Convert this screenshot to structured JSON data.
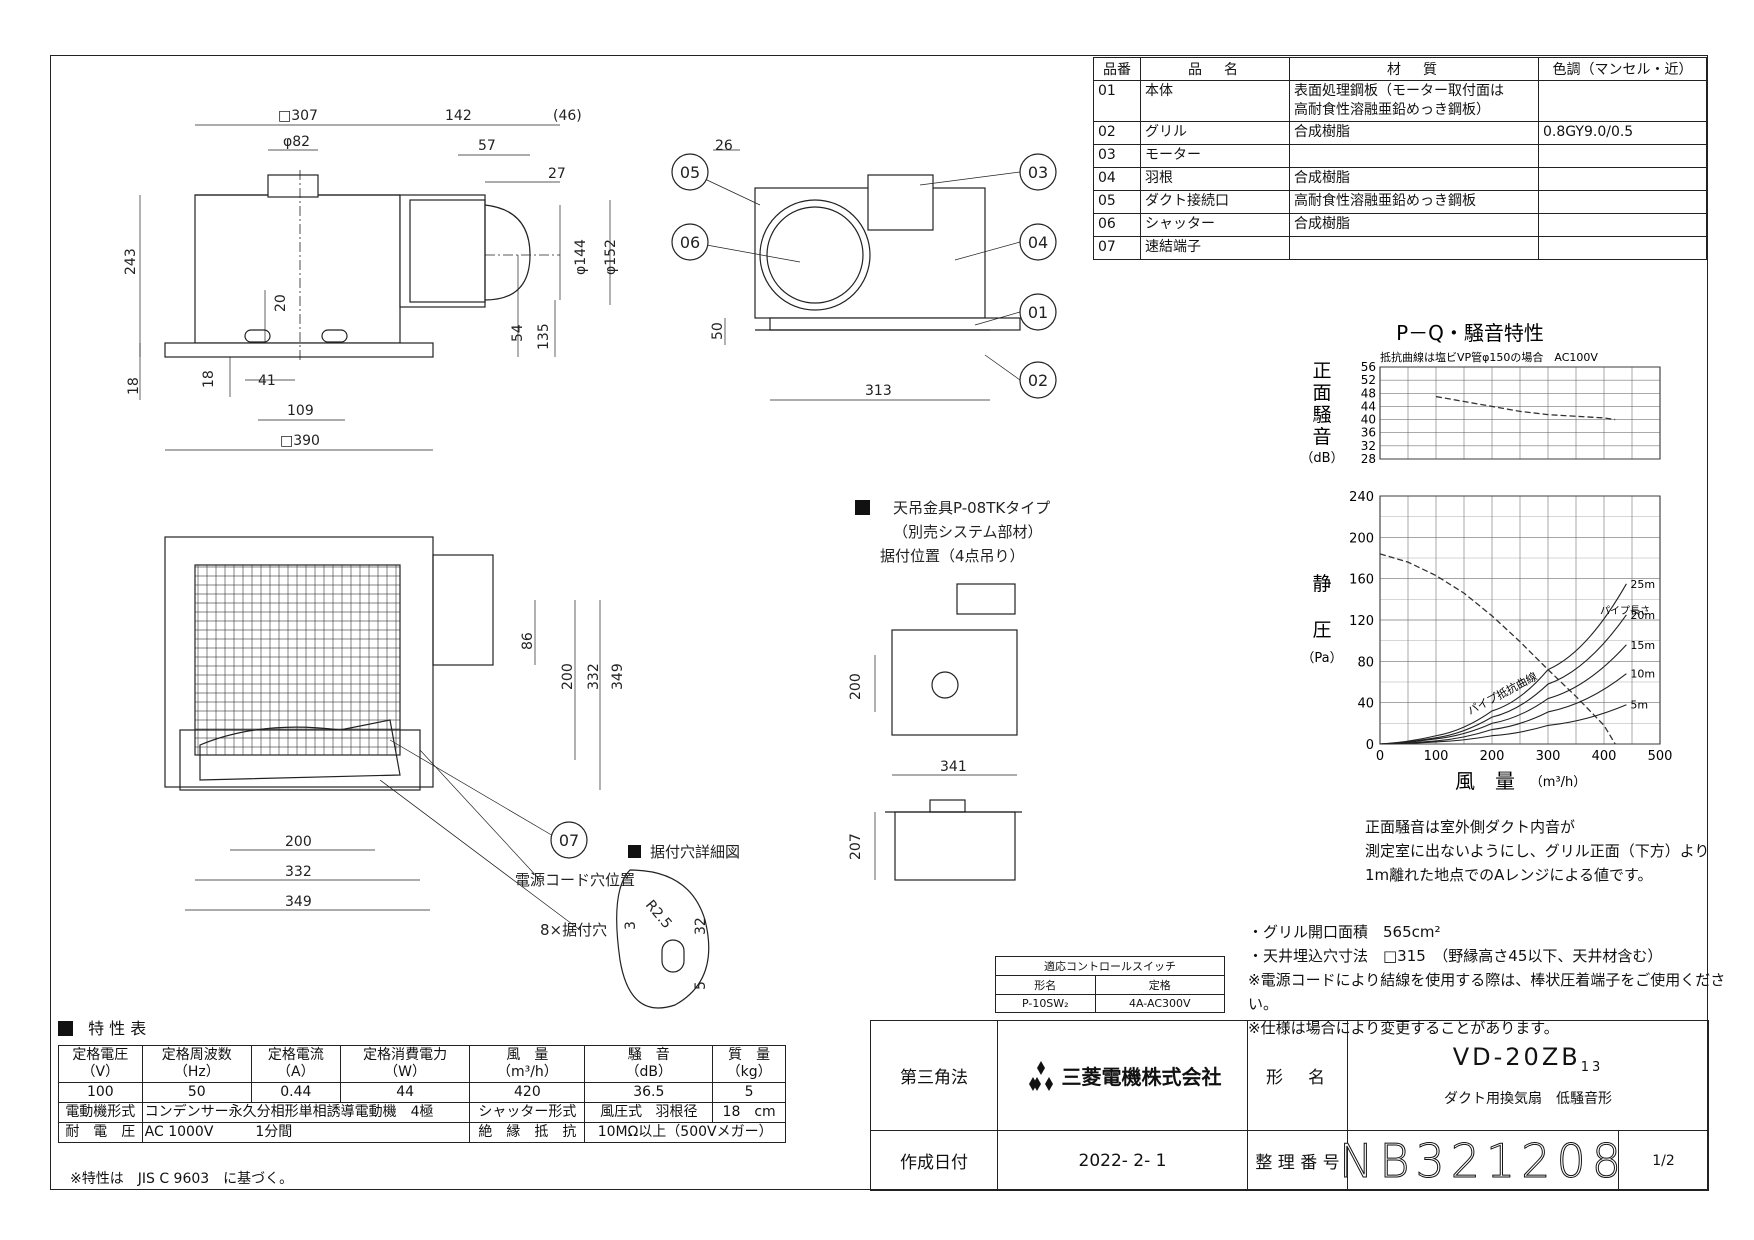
{
  "parts_table": {
    "headers": [
      "品番",
      "品　名",
      "材　質",
      "色調（マンセル・近）"
    ],
    "rows": [
      {
        "no": "01",
        "name": "本体",
        "material": "表面処理鋼板（モーター取付面は\n高耐食性溶融亜鉛めっき鋼板）",
        "color": ""
      },
      {
        "no": "02",
        "name": "グリル",
        "material": "合成樹脂",
        "color": "0.8GY9.0/0.5"
      },
      {
        "no": "03",
        "name": "モーター",
        "material": "",
        "color": ""
      },
      {
        "no": "04",
        "name": "羽根",
        "material": "合成樹脂",
        "color": ""
      },
      {
        "no": "05",
        "name": "ダクト接続口",
        "material": "高耐食性溶融亜鉛めっき鋼板",
        "color": ""
      },
      {
        "no": "06",
        "name": "シャッター",
        "material": "合成樹脂",
        "color": ""
      },
      {
        "no": "07",
        "name": "速結端子",
        "material": "",
        "color": ""
      }
    ]
  },
  "dims_front": {
    "top": "□307",
    "d82": "φ82",
    "d142": "142",
    "d46": "(46)",
    "d57": "57",
    "d27": "27",
    "h243": "243",
    "d144": "φ144",
    "d152": "φ152",
    "h20": "20",
    "h54": "54",
    "h135": "135",
    "h18a": "18",
    "h18b": "18",
    "w41": "41",
    "w109": "109",
    "w390": "□390"
  },
  "dims_side": {
    "d26": "26",
    "d50": "50",
    "w313": "313",
    "callouts": [
      "05",
      "06",
      "03",
      "04",
      "01",
      "02"
    ]
  },
  "dims_bottom": {
    "d86": "86",
    "d200v": "200",
    "d332v": "332",
    "d349v": "349",
    "d200": "200",
    "d332": "332",
    "d349": "349",
    "callout": "07",
    "cord_label": "電源コード穴位置",
    "hole_label": "8×据付穴"
  },
  "detail": {
    "title": "据付穴詳細図",
    "r": "R2.5",
    "d3": "3",
    "d32": "32",
    "d5": "5"
  },
  "hanger": {
    "title": "天吊金具P-08TKタイプ",
    "line2": "（別売システム部材）",
    "line3": "据付位置（4点吊り）",
    "d200": "200",
    "w341": "341",
    "h207": "207"
  },
  "pq": {
    "title": "P－Q・騒音特性",
    "subtitle": "抵抗曲線は塩ビVP管φ150の場合　AC100V",
    "noise_label": [
      "正",
      "面",
      "騒",
      "音"
    ],
    "noise_unit": "（dB）",
    "noise_ticks": [
      "56",
      "52",
      "48",
      "44",
      "40",
      "36",
      "32",
      "28"
    ],
    "sp_label": [
      "静",
      "圧"
    ],
    "sp_unit": "（Pa）",
    "sp_ticks": [
      "240",
      "200",
      "160",
      "120",
      "80",
      "40",
      "0"
    ],
    "x_ticks": [
      "0",
      "100",
      "200",
      "300",
      "400",
      "500"
    ],
    "x_label": "風　量",
    "x_unit": "（m³/h）",
    "pipe_title": "パイプ長さ",
    "pipe_lengths": [
      "25m",
      "20m",
      "15m",
      "10m",
      "5m"
    ],
    "resist_label": "パイプ抵抗曲線"
  },
  "chart_data": {
    "type": "line",
    "x_label": "風　量（m³/h）",
    "charts": [
      {
        "name": "正面騒音",
        "unit": "dB",
        "ylim": [
          28,
          56
        ],
        "xlim": [
          0,
          500
        ],
        "x": [
          100,
          150,
          200,
          250,
          300,
          350,
          400,
          420
        ],
        "y": [
          47,
          45.5,
          44,
          42.5,
          41.5,
          41,
          40.5,
          40
        ]
      },
      {
        "name": "静圧",
        "unit": "Pa",
        "ylim": [
          0,
          240
        ],
        "xlim": [
          0,
          500
        ],
        "x": [
          0,
          50,
          100,
          150,
          200,
          250,
          300,
          350,
          400,
          420
        ],
        "y": [
          184,
          176,
          163,
          146,
          124,
          99,
          72,
          46,
          18,
          0
        ]
      }
    ],
    "resistance_curves": [
      {
        "name": "25m",
        "x": [
          0,
          100,
          200,
          300,
          440
        ],
        "y": [
          0,
          8,
          32,
          72,
          155
        ]
      },
      {
        "name": "20m",
        "x": [
          0,
          100,
          200,
          300,
          440
        ],
        "y": [
          0,
          6,
          26,
          58,
          125
        ]
      },
      {
        "name": "15m",
        "x": [
          0,
          100,
          200,
          300,
          440
        ],
        "y": [
          0,
          5,
          20,
          44,
          96
        ]
      },
      {
        "name": "10m",
        "x": [
          0,
          100,
          200,
          300,
          440
        ],
        "y": [
          0,
          3,
          14,
          31,
          68
        ]
      },
      {
        "name": "5m",
        "x": [
          0,
          100,
          200,
          300,
          440
        ],
        "y": [
          0,
          2,
          8,
          18,
          38
        ]
      }
    ]
  },
  "noise_note": [
    "正面騒音は室外側ダクト内音が",
    "測定室に出ないようにし、グリル正面（下方）より",
    "1m離れた地点でのAレンジによる値です。"
  ],
  "notes": [
    "・グリル開口面積　565cm²",
    "・天井埋込穴寸法　□315　（野縁高さ45以下、天井材含む）",
    "※電源コードにより結線を使用する際は、棒状圧着端子をご使用ください。",
    "※仕様は場合により変更することがあります。"
  ],
  "control_switch": {
    "title": "適応コントロールスイッチ",
    "col1": "形名",
    "col2": "定格",
    "val1": "P-10SW₂",
    "val2": "4A-AC300V"
  },
  "spec_table": {
    "title": "特 性 表",
    "headers": [
      "定格電圧\n（V）",
      "定格周波数\n（Hz）",
      "定格電流\n（A）",
      "定格消費電力\n（W）",
      "風　量\n（m³/h）",
      "騒　音\n（dB）",
      "質　量\n（kg）"
    ],
    "values": [
      "100",
      "50",
      "0.44",
      "44",
      "420",
      "36.5",
      "5"
    ],
    "row3": [
      "電動機形式",
      "コンデンサー永久分相形単相誘導電動機　4極",
      "シャッター形式",
      "風圧式",
      "羽根径",
      "18　cm"
    ],
    "row4": [
      "耐　電　圧",
      "AC 1000V　　　1分間",
      "絶　縁　抵　抗",
      "10MΩ以上（500Vメガー）"
    ],
    "footnote": "※特性は　JIS C 9603　に基づく。"
  },
  "title_block": {
    "projection": "第三角法",
    "company": "三菱電機株式会社",
    "model_label": "形　名",
    "model": "VD-20ZB",
    "model_sub": "13",
    "desc": "ダクト用換気扇　低騒音形",
    "date_label": "作成日付",
    "date": "2022- 2- 1",
    "ref_label": "整 理 番 号",
    "ref": "NB321208",
    "page": "1/2"
  },
  "colors": {
    "line": "#222222",
    "curve": "#333333",
    "paper": "#ffffff",
    "logo": "#e60012"
  }
}
